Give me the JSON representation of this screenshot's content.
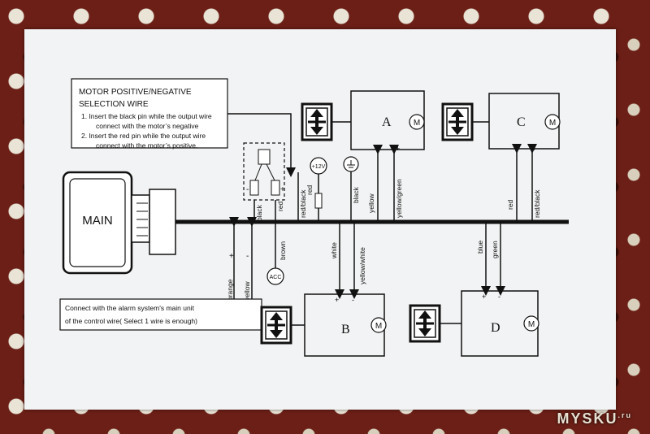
{
  "selection_box": {
    "title": "MOTOR POSITIVE/NEGATIVE SELECTION WIRE",
    "line1": "1. Insert the black pin while the output wire",
    "line2": "connect with the motor’s negative",
    "line3": "2. Insert the red pin while the output wire",
    "line4": "connect with the motor’s positive."
  },
  "main_label": "MAIN",
  "alarm_note": {
    "line1": "Connect with the alarm system's main unit",
    "line2": "of the control wire( Select 1 wire is enough)"
  },
  "units": {
    "a": "A",
    "b": "B",
    "c": "C",
    "d": "D"
  },
  "motor_symbol": "M",
  "wires": {
    "black": "black",
    "red": "red",
    "brown": "brown",
    "orange": "orange",
    "yellow": "yellow",
    "red_black": "red/black",
    "yellow_green": "yellow/green",
    "white": "white",
    "yellow_white": "yellow/white",
    "blue": "blue",
    "green": "green"
  },
  "acc_label": "ACC",
  "plus12_label": "+12V",
  "signs": {
    "plus": "+",
    "minus": "-"
  },
  "watermark": "MYSKU",
  "watermark_suffix": ".ru",
  "colors": {
    "paper": "#f2f3f4",
    "ink": "#111111",
    "background": "#6b1f16"
  }
}
